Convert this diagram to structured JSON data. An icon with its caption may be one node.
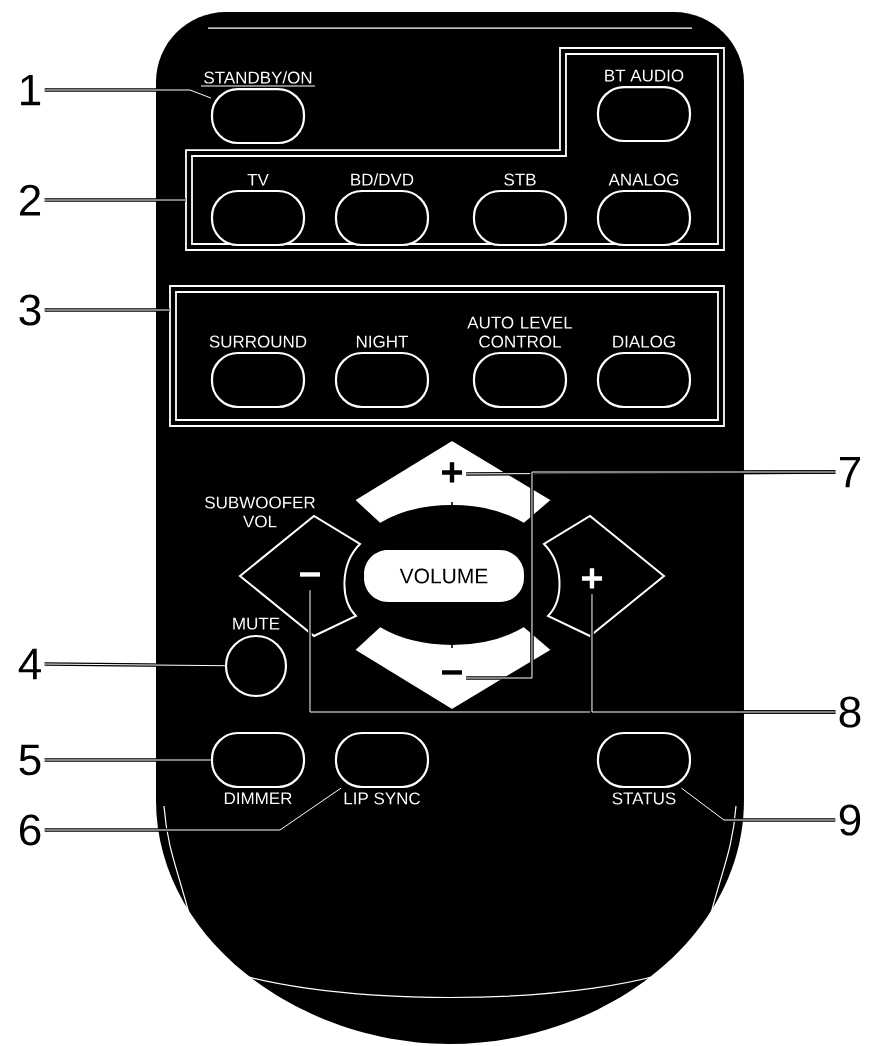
{
  "diagram": {
    "nodes": [
      {
        "text": [
          "1"
        ]
      },
      {
        "text": [],
        "shape": "box",
        "beside": [
          "STANDBY/ON"
        ]
      },
      {
        "text": [
          "2"
        ]
      },
      {
        "text": [],
        "shape": "box"
      },
      {
        "text": [],
        "shape": "box",
        "beside": [
          "BT AUDIO"
        ],
        "in": 3
      },
      {
        "text": [],
        "shape": "box",
        "beside": [
          "TV"
        ],
        "in": 3
      },
      {
        "text": [],
        "shape": "box",
        "beside": [
          "BD/DVD"
        ],
        "in": 3
      },
      {
        "text": [],
        "shape": "box",
        "beside": [
          "STB"
        ],
        "in": 3
      },
      {
        "text": [],
        "shape": "box",
        "beside": [
          "ANALOG"
        ],
        "in": 3
      },
      {
        "text": [
          "3"
        ]
      },
      {
        "text": [],
        "shape": "box"
      },
      {
        "text": [],
        "shape": "box",
        "beside": [
          "SURROUND"
        ],
        "in": 10
      },
      {
        "text": [],
        "shape": "box",
        "beside": [
          "NIGHT"
        ],
        "in": 10
      },
      {
        "text": [],
        "shape": "box",
        "beside": [
          "AUTO LEVEL CONTROL"
        ],
        "in": 10
      },
      {
        "text": [],
        "shape": "box",
        "beside": [
          "DIALOG"
        ],
        "in": 10
      },
      {
        "text": [
          "+"
        ]
      },
      {
        "text": [
          "7"
        ]
      },
      {
        "text": [
          "−"
        ]
      },
      {
        "text": [
          "VOLUME"
        ]
      },
      {
        "text": [
          "+"
        ]
      },
      {
        "text": [
          "4"
        ]
      },
      {
        "text": [],
        "shape": "circle",
        "beside": [
          "MUTE"
        ]
      },
      {
        "text": [
          "−"
        ]
      },
      {
        "text": [
          "8"
        ]
      },
      {
        "text": [
          "5"
        ]
      },
      {
        "text": [],
        "shape": "box",
        "beside": [
          "DIMMER"
        ]
      },
      {
        "text": [],
        "shape": "box",
        "beside": [
          "LIP SYNC"
        ]
      },
      {
        "text": [],
        "shape": "box",
        "beside": [
          "STATUS"
        ]
      },
      {
        "text": [
          "6"
        ]
      },
      {
        "text": [
          "9"
        ]
      }
    ],
    "edges": [
      {
        "from": 0,
        "to": 1,
        "arrow": "none"
      },
      {
        "from": 2,
        "to": 3,
        "arrow": "none"
      },
      {
        "from": 9,
        "to": 10,
        "arrow": "none"
      },
      {
        "from": 16,
        "to": 15,
        "arrow": "none"
      },
      {
        "from": 16,
        "to": 22,
        "arrow": "none"
      },
      {
        "from": 23,
        "to": 17,
        "arrow": "none"
      },
      {
        "from": 23,
        "to": 19,
        "arrow": "none"
      },
      {
        "from": 20,
        "to": 21,
        "arrow": "none"
      },
      {
        "from": 24,
        "to": 25,
        "arrow": "none"
      },
      {
        "from": 28,
        "to": 26,
        "arrow": "none"
      },
      {
        "from": 29,
        "to": 27,
        "arrow": "none"
      }
    ],
    "labels": [
      "SUBWOOFER VOL"
    ]
  }
}
